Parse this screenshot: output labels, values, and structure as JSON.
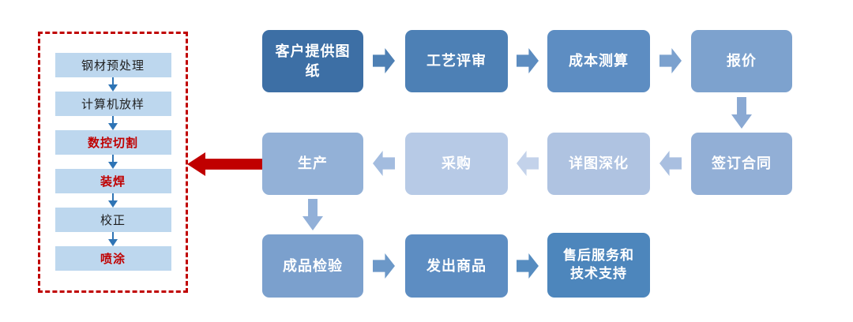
{
  "diagram": {
    "type": "process-flowchart",
    "language": "zh-CN"
  },
  "left_panel": {
    "name": "production-sub-process",
    "border_color": "#C00000",
    "box_fill": "#BDD7EE",
    "arrow_color": "#2E74B5",
    "steps": [
      {
        "label": "钢材预处理",
        "color": "#1F1F1F",
        "emphasis": false
      },
      {
        "label": "计算机放样",
        "color": "#1F1F1F",
        "emphasis": false
      },
      {
        "label": "数控切割",
        "color": "#C00000",
        "emphasis": true
      },
      {
        "label": "装焊",
        "color": "#C00000",
        "emphasis": true
      },
      {
        "label": "校正",
        "color": "#1F1F1F",
        "emphasis": false
      },
      {
        "label": "喷涂",
        "color": "#C00000",
        "emphasis": true
      }
    ]
  },
  "feedback_arrow": {
    "color": "#C00000",
    "from": "生产",
    "to": "production-sub-process",
    "direction": "left"
  },
  "flow": {
    "text_color": "#FFFFFF",
    "boxes": [
      {
        "label": "客户提供图纸",
        "fill": "#3D6FA5"
      },
      {
        "label": "工艺评审",
        "fill": "#4D80B5"
      },
      {
        "label": "成本测算",
        "fill": "#5D8DC2"
      },
      {
        "label": "报价",
        "fill": "#7DA2CE"
      },
      {
        "label": "签订合同",
        "fill": "#92AFD6"
      },
      {
        "label": "详图深化",
        "fill": "#AFC3E1"
      },
      {
        "label": "采购",
        "fill": "#B7CAE6"
      },
      {
        "label": "生产",
        "fill": "#93B1D7"
      },
      {
        "label": "成品检验",
        "fill": "#7BA0CD"
      },
      {
        "label": "发出商品",
        "fill": "#5D8DC2"
      },
      {
        "label": "售后服务和技术支持",
        "fill": "#4D86BC"
      }
    ],
    "arrows": [
      {
        "direction": "right",
        "color": "#4E80B4"
      },
      {
        "direction": "right",
        "color": "#5C8CC0"
      },
      {
        "direction": "right",
        "color": "#7BA1CE"
      },
      {
        "direction": "down",
        "color": "#8AA9D3"
      },
      {
        "direction": "left",
        "color": "#A9BFE0"
      },
      {
        "direction": "left",
        "color": "#C3D2EA"
      },
      {
        "direction": "left",
        "color": "#A3BCDF"
      },
      {
        "direction": "down",
        "color": "#92B0D8"
      },
      {
        "direction": "right",
        "color": "#6C98C8"
      },
      {
        "direction": "right",
        "color": "#568CC0"
      }
    ]
  }
}
